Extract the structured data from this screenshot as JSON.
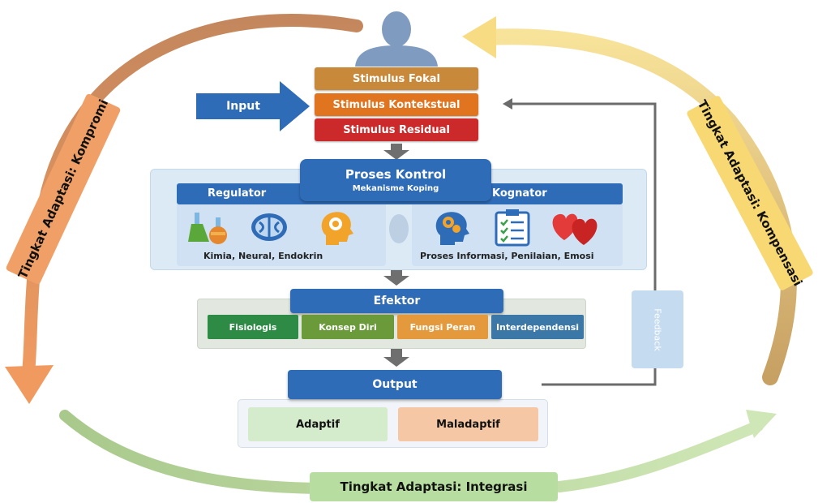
{
  "person": {
    "icon": "person-silhouette-icon",
    "color": "#7f9cc0"
  },
  "input_label": "Input",
  "stimuli": [
    {
      "label": "Stimulus Fokal",
      "color": "#c9893a"
    },
    {
      "label": "Stimulus Kontekstual",
      "color": "#e0741f"
    },
    {
      "label": "Stimulus Residual",
      "color": "#cc2a2a"
    }
  ],
  "control": {
    "title": "Proses Kontrol",
    "subtitle": "Mekanisme Koping",
    "regulator": {
      "title": "Regulator",
      "caption": "Kimia, Neural, Endokrin",
      "icons": [
        "lab-flasks-icon",
        "brain-icon",
        "head-profile-icon"
      ]
    },
    "cognator": {
      "title": "Kognator",
      "caption": "Proses Informasi, Penilaian, Emosi",
      "icons": [
        "head-gears-icon",
        "checklist-icon",
        "hearts-icon"
      ]
    }
  },
  "effector": {
    "title": "Efektor",
    "modes": [
      {
        "label": "Fisiologis",
        "color": "#2e8b46"
      },
      {
        "label": "Konsep Diri",
        "color": "#6a9a3a"
      },
      {
        "label": "Fungsi Peran",
        "color": "#e49a3c"
      },
      {
        "label": "Interdependensi",
        "color": "#3b78a8"
      }
    ]
  },
  "output": {
    "title": "Output",
    "results": [
      {
        "label": "Adaptif",
        "color": "#d4eccb"
      },
      {
        "label": "Maladaptif",
        "color": "#f6c7a4"
      }
    ]
  },
  "feedback_label": "Feedback",
  "adaptation_levels": {
    "kompromi": {
      "label": "Tingkat Adaptasi: Kompromi",
      "color": "#f0a067"
    },
    "kompensasi": {
      "label": "Tingkat Adaptasi: Kompensasi",
      "color": "#f7d873"
    },
    "integrasi": {
      "label": "Tingkat Adaptasi: Integrasi",
      "color": "#b7dea0"
    }
  }
}
